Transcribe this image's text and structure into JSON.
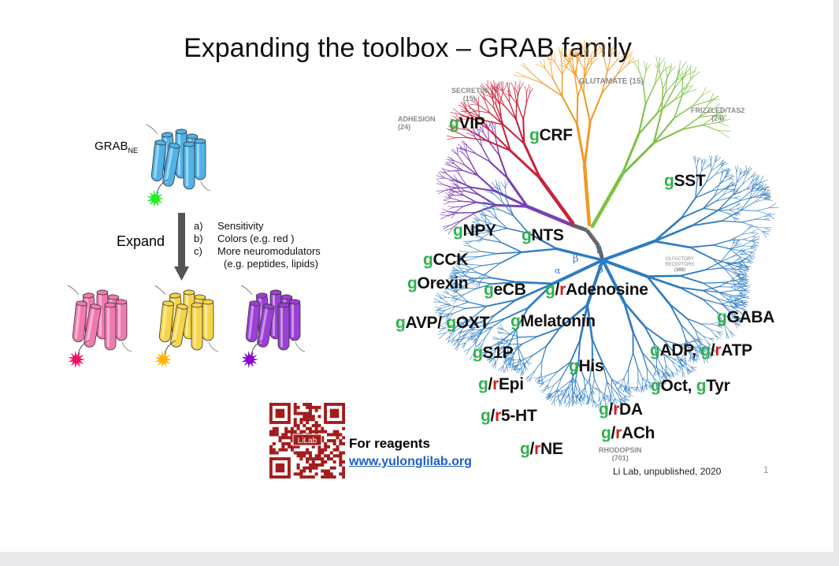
{
  "slide": {
    "title": "Expanding the toolbox – GRAB family",
    "slide_number": "1",
    "credit": "Li Lab, unpublished, 2020"
  },
  "left_panel": {
    "sensor_name": "GRAB",
    "sensor_subscript": "NE",
    "expand_label": "Expand",
    "list": [
      {
        "marker": "a)",
        "text": "Sensitivity"
      },
      {
        "marker": "b)",
        "text": "Colors (e.g. red )"
      },
      {
        "marker": "c)",
        "text": "More neuromodulators"
      },
      {
        "marker": "",
        "text": "(e.g. peptides, lipids)"
      }
    ],
    "receptor_colors": {
      "top": "#4fb3e8",
      "pink": "#f07ab0",
      "yellow": "#f7d54a",
      "purple": "#9b3fd6"
    },
    "fluor_colors": {
      "top": "#22ee22",
      "pink": "#ee1166",
      "yellow": "#ffb400",
      "purple": "#8a00cc"
    }
  },
  "reagents": {
    "qr_label": "LiLab",
    "heading": "For reagents",
    "url": "www.yulonglilab.org",
    "qr_color": "#a31c1c"
  },
  "tree": {
    "families": [
      {
        "name": "ADHESION",
        "count": "(24)"
      },
      {
        "name": "SECRETIN",
        "count": "(15)"
      },
      {
        "name": "GLUTAMATE (15)",
        "count": ""
      },
      {
        "name": "FRIZZLED/TAS2",
        "count": "(24)"
      },
      {
        "name": "RHODOPSIN",
        "count": "(701)"
      },
      {
        "name": "OLFACTORY RECEPTORS",
        "count": "(388)"
      }
    ],
    "greek": [
      "β",
      "γ",
      "δ",
      "α"
    ],
    "branch_colors": {
      "adhesion": "#7b3fb5",
      "secretin": "#c9243b",
      "glutamate": "#f09a25",
      "frizzled": "#7cc242",
      "rhodopsin": "#2f7cc0",
      "root": "#666666"
    },
    "sensors": [
      [
        {
          "t": "g",
          "c": "g"
        },
        {
          "t": "VIP"
        }
      ],
      [
        {
          "t": "g",
          "c": "g"
        },
        {
          "t": "CRF"
        }
      ],
      [
        {
          "t": "g",
          "c": "g"
        },
        {
          "t": "SST"
        }
      ],
      [
        {
          "t": "g",
          "c": "g"
        },
        {
          "t": "NPY"
        }
      ],
      [
        {
          "t": "g",
          "c": "g"
        },
        {
          "t": "NTS"
        }
      ],
      [
        {
          "t": "g",
          "c": "g"
        },
        {
          "t": "CCK"
        }
      ],
      [
        {
          "t": "g",
          "c": "g"
        },
        {
          "t": "Orexin"
        }
      ],
      [
        {
          "t": "g",
          "c": "g"
        },
        {
          "t": "eCB"
        }
      ],
      [
        {
          "t": "g",
          "c": "g"
        },
        {
          "t": "/"
        },
        {
          "t": "r",
          "c": "r"
        },
        {
          "t": "Adenosine"
        }
      ],
      [
        {
          "t": "g",
          "c": "g"
        },
        {
          "t": "GABA"
        }
      ],
      [
        {
          "t": "g",
          "c": "g"
        },
        {
          "t": "AVP/ "
        },
        {
          "t": "g",
          "c": "g"
        },
        {
          "t": "OXT"
        }
      ],
      [
        {
          "t": "g",
          "c": "g"
        },
        {
          "t": "Melatonin"
        }
      ],
      [
        {
          "t": "g",
          "c": "g"
        },
        {
          "t": "S1P"
        }
      ],
      [
        {
          "t": "g",
          "c": "g"
        },
        {
          "t": "ADP, "
        },
        {
          "t": "g",
          "c": "g"
        },
        {
          "t": "/"
        },
        {
          "t": "r",
          "c": "r"
        },
        {
          "t": "ATP"
        }
      ],
      [
        {
          "t": "g",
          "c": "g"
        },
        {
          "t": "His"
        }
      ],
      [
        {
          "t": "g",
          "c": "g"
        },
        {
          "t": "/"
        },
        {
          "t": "r",
          "c": "r"
        },
        {
          "t": "Epi"
        }
      ],
      [
        {
          "t": "g",
          "c": "g"
        },
        {
          "t": "Oct, "
        },
        {
          "t": "g",
          "c": "g"
        },
        {
          "t": "Tyr"
        }
      ],
      [
        {
          "t": "g",
          "c": "g"
        },
        {
          "t": "/"
        },
        {
          "t": "r",
          "c": "r"
        },
        {
          "t": "5-HT"
        }
      ],
      [
        {
          "t": "g",
          "c": "g"
        },
        {
          "t": "/"
        },
        {
          "t": "r",
          "c": "r"
        },
        {
          "t": "DA"
        }
      ],
      [
        {
          "t": "g",
          "c": "g"
        },
        {
          "t": "/"
        },
        {
          "t": "r",
          "c": "r"
        },
        {
          "t": "ACh"
        }
      ],
      [
        {
          "t": "g",
          "c": "g"
        },
        {
          "t": "/"
        },
        {
          "t": "r",
          "c": "r"
        },
        {
          "t": "NE"
        }
      ]
    ]
  }
}
